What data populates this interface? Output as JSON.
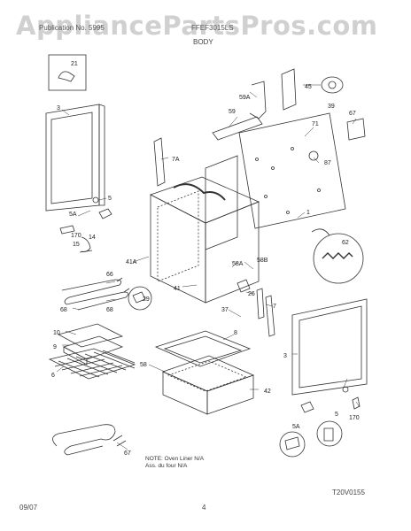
{
  "header": {
    "watermark": "AppliancePartsPros.com",
    "publication_fragment": "Publication No. 5995",
    "model_fragment": "FFEF3015LS",
    "section_title": "BODY"
  },
  "callouts": {
    "c21": "21",
    "c3": "3",
    "c5": "5",
    "c5a": "5A",
    "c170": "170",
    "c14": "14",
    "c15": "15",
    "c45": "45",
    "c39": "39",
    "c59a": "59A",
    "c59": "59",
    "c71": "71",
    "c67": "67",
    "c87": "87",
    "c7a": "7A",
    "c1": "1",
    "c62": "62",
    "c41a": "41A",
    "c58a": "58A",
    "c58b": "58B",
    "c66": "66",
    "c68": "68",
    "c29": "29",
    "c41": "41",
    "c26": "26",
    "c7": "7",
    "c37": "37",
    "c10": "10",
    "c9": "9",
    "c6": "6",
    "c8": "8",
    "c58": "58",
    "c42": "42",
    "c3b": "3",
    "c5b": "5",
    "c5ab": "5A",
    "c170b": "170",
    "c67b": "67"
  },
  "note": {
    "line1": "NOTE: Oven Liner N/A",
    "line2": "Ass. du four N/A"
  },
  "figure_code": "T20V0155",
  "footer": {
    "date": "09/07",
    "page": "4"
  }
}
